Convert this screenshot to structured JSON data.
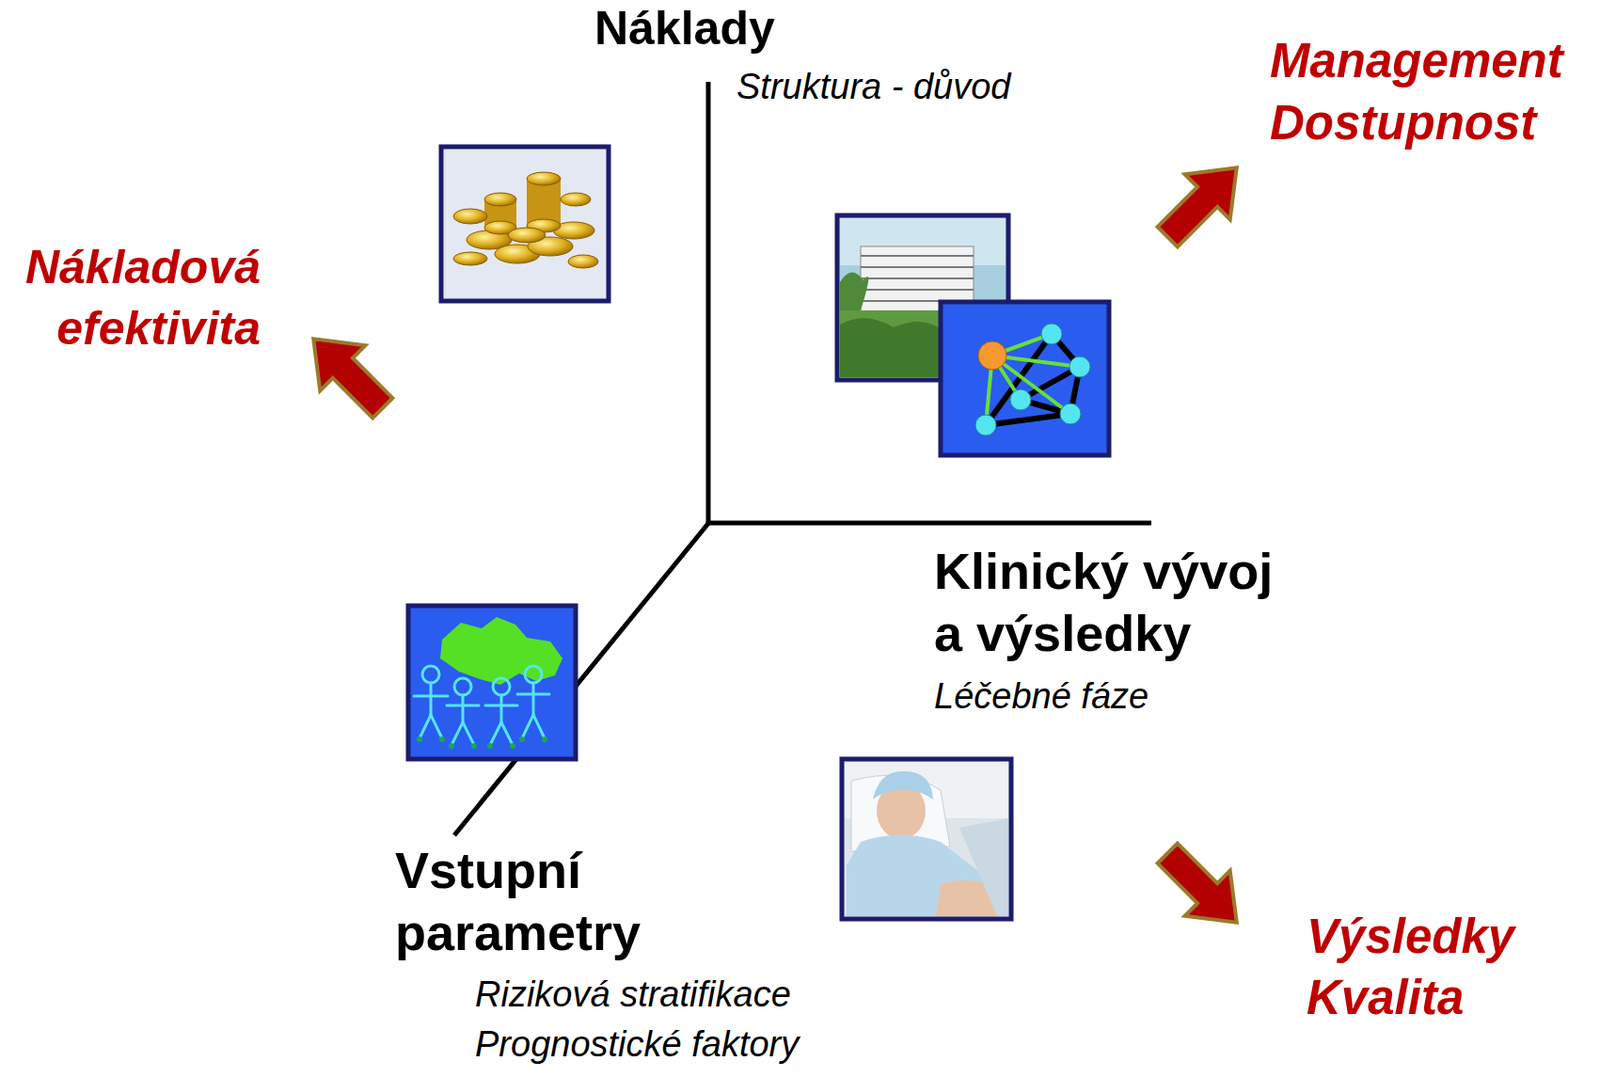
{
  "diagram": {
    "labels": [
      "Náklady",
      "Struktura - důvod",
      "Management",
      "Dostupnost",
      "Nákladová efektivita",
      "Klinický vývoj a výsledky",
      "Léčebné fáze",
      "Vstupní parametry",
      "Výsledky",
      "Kvalita",
      "Riziková stratifikace",
      "Prognostické faktory"
    ]
  }
}
